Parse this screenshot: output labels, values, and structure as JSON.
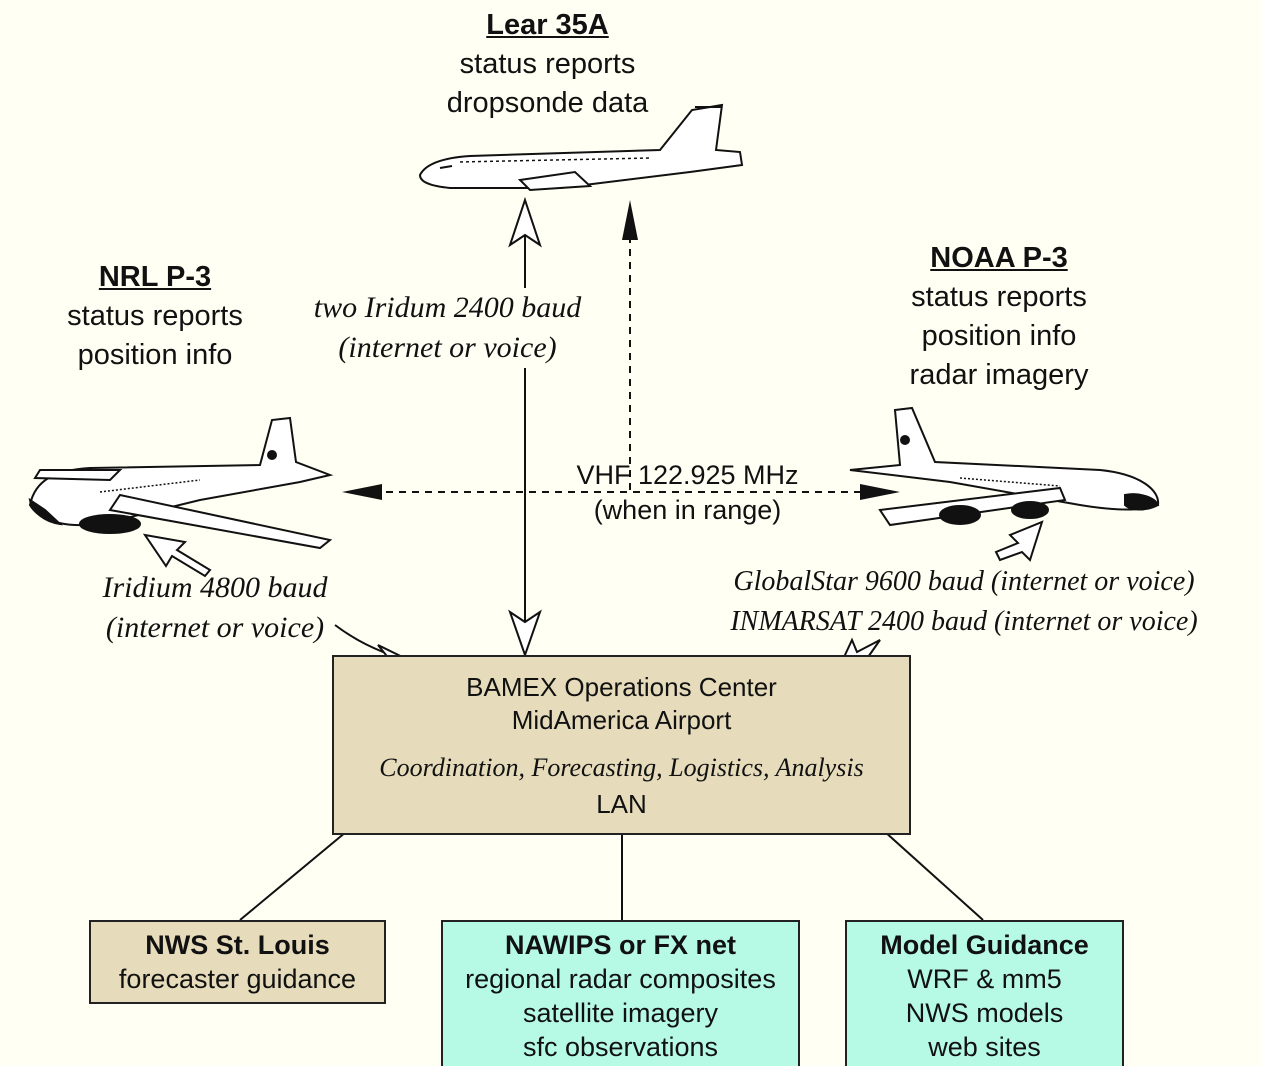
{
  "colors": {
    "background": "#fffff4",
    "tan_box": "#e6dcbb",
    "cyan_box": "#b6fae6",
    "line": "#111111"
  },
  "lear": {
    "title": "Lear 35A",
    "lines": [
      "status reports",
      "dropsonde data"
    ]
  },
  "nrl": {
    "title": "NRL P-3",
    "lines": [
      "status reports",
      "position info"
    ]
  },
  "noaa": {
    "title": "NOAA P-3",
    "lines": [
      "status reports",
      "position info",
      "radar imagery"
    ]
  },
  "links": {
    "lear_iridium": [
      "two Iridum 2400 baud",
      "(internet or voice)"
    ],
    "vhf": [
      "VHF 122.925 MHz",
      "(when in range)"
    ],
    "nrl_iridium": [
      "Iridium 4800 baud",
      "(internet or voice)"
    ],
    "noaa_sat": [
      "GlobalStar 9600 baud (internet or voice)",
      "INMARSAT 2400 baud (internet or voice)"
    ]
  },
  "ops_center": {
    "name": "BAMEX Operations Center",
    "location": "MidAmerica Airport",
    "functions": "Coordination, Forecasting, Logistics, Analysis",
    "network": "LAN"
  },
  "nws": {
    "title": "NWS St. Louis",
    "lines": [
      "forecaster guidance"
    ]
  },
  "nawips": {
    "title": "NAWIPS or FX net",
    "lines": [
      "regional radar composites",
      "satellite imagery",
      "sfc observations"
    ]
  },
  "model": {
    "title": "Model Guidance",
    "lines": [
      "WRF & mm5",
      "NWS models",
      "web sites"
    ]
  }
}
